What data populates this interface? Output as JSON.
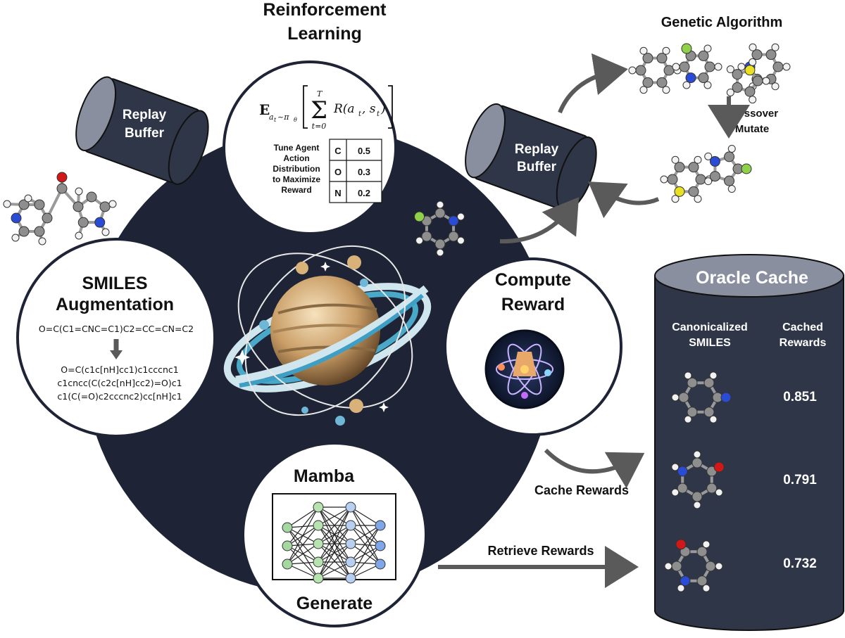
{
  "rl": {
    "title_line1": "Reinforcement",
    "title_line2": "Learning",
    "formula_expect": "E",
    "formula_sub": "a",
    "formula_sub2": "t",
    "formula_sub3": "~π",
    "formula_sub4": "θ",
    "formula_sum_top": "T",
    "formula_sum_bottom": "t=0",
    "formula_body": "R(a",
    "formula_body2": "t",
    "formula_body3": ", s",
    "formula_body4": "t",
    "formula_body5": ")",
    "tune_lines": [
      "Tune Agent",
      "Action",
      "Distribution",
      "to Maximize",
      "Reward"
    ],
    "table": [
      {
        "token": "C",
        "prob": "0.5"
      },
      {
        "token": "O",
        "prob": "0.3"
      },
      {
        "token": "N",
        "prob": "0.2"
      }
    ]
  },
  "replay_left": {
    "line1": "Replay",
    "line2": "Buffer"
  },
  "replay_right": {
    "line1": "Replay",
    "line2": "Buffer"
  },
  "genetic": {
    "title": "Genetic Algorithm",
    "op_line1": "Crossover",
    "op_line2": "Mutate"
  },
  "smiles": {
    "title_line1": "SMILES",
    "title_line2": "Augmentation",
    "input": "O=C(C1=CNC=C1)C2=CC=CN=C2",
    "outputs": [
      "O=C(c1c[nH]cc1)c1cccnc1",
      "c1cncc(C(c2c[nH]cc2)=O)c1",
      "c1(C(=O)c2cccnc2)cc[nH]c1"
    ]
  },
  "compute": {
    "line1": "Compute",
    "line2": "Reward"
  },
  "mamba": {
    "title": "Mamba",
    "caption": "Generate"
  },
  "oracle": {
    "title": "Oracle Cache",
    "col1_line1": "Canonicalized",
    "col1_line2": "SMILES",
    "col2_line1": "Cached",
    "col2_line2": "Rewards",
    "rewards": [
      "0.851",
      "0.791",
      "0.732"
    ]
  },
  "arrows": {
    "cache_rewards": "Cache Rewards",
    "retrieve_rewards": "Retrieve Rewards"
  },
  "colors": {
    "navy": "#1e2435",
    "cylinder": "#2f3648",
    "cylinder_top": "#8a8fa0",
    "arrow": "#5a5a5a",
    "carbon": "#8e8e8e",
    "oxygen": "#d01818",
    "nitrogen": "#2a4bd6",
    "fluorine": "#8fd24a",
    "sulfur": "#e8e020"
  }
}
